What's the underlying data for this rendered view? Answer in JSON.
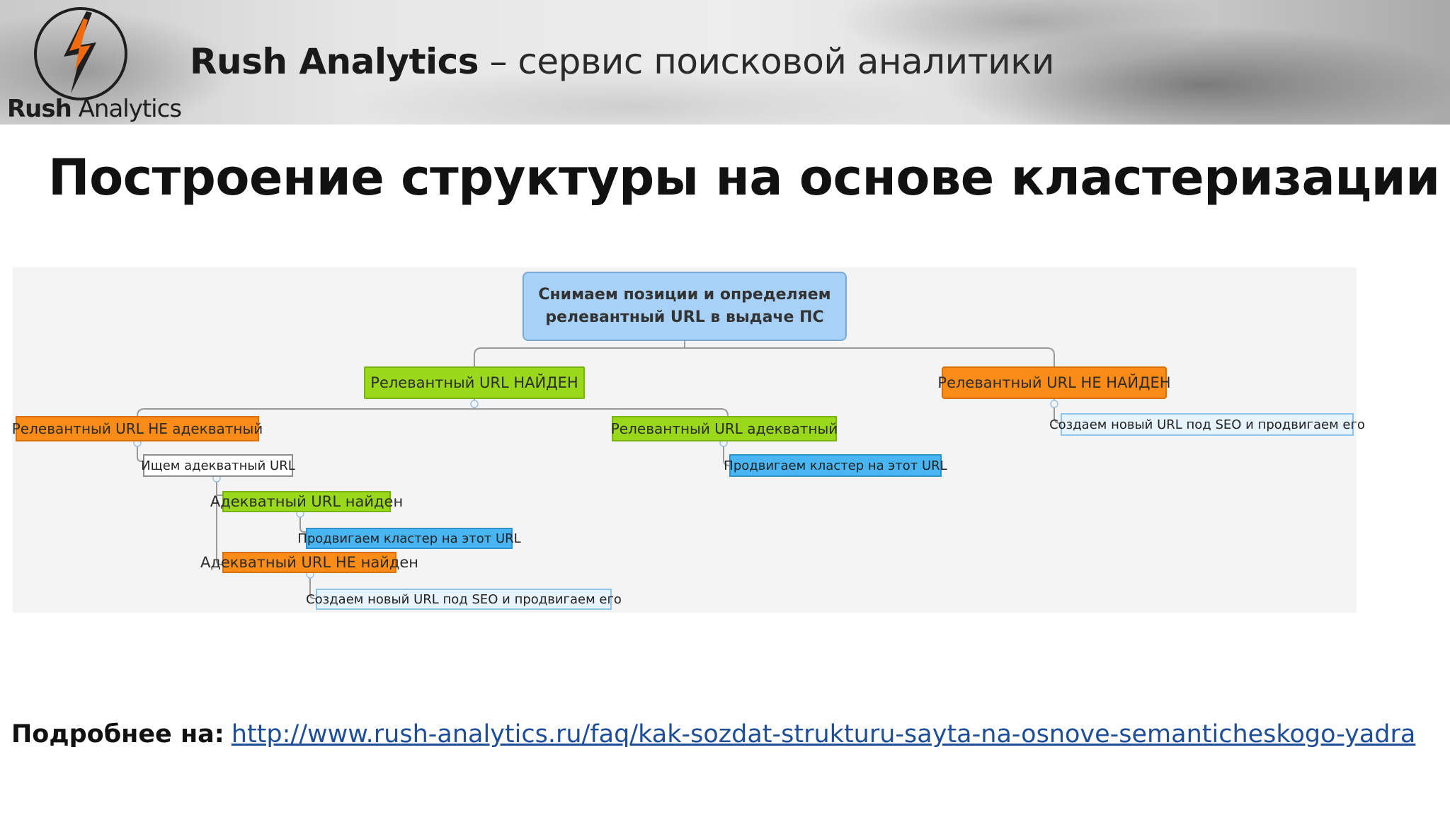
{
  "header": {
    "brand": "Rush Analytics",
    "subtitle": " – сервис поисковой аналитики",
    "logo_text_bold": "Rush",
    "logo_text_rest": " Analytics",
    "logo_icon": "lightning-bolt-icon"
  },
  "slide": {
    "title": "Построение структуры на основе кластеризации"
  },
  "diagram": {
    "root": {
      "line1": "Снимаем позиции и определяем",
      "line2": "релевантный URL в выдаче ПС"
    },
    "found": "Релевантный URL НАЙДЕН",
    "not_found": "Релевантный URL НЕ НАЙДЕН",
    "not_found_action": "Создаем новый URL под SEO и продвигаем его",
    "not_adequate": "Релевантный URL НЕ адекватный",
    "adequate": "Релевантный URL адекватный",
    "adequate_action": "Продвигаем кластер на этот URL",
    "search_adequate": "Ищем адекватный URL",
    "adequate_found": "Адекватный URL найден",
    "adequate_found_action": "Продвигаем кластер на этот URL",
    "adequate_not_found": "Адекватный URL НЕ найден",
    "adequate_not_found_action": "Создаем новый URL под SEO и продвигаем его",
    "colors": {
      "root": "#a7d1f7",
      "green": "#9ad81c",
      "orange": "#fb8c18",
      "blue": "#49b5f2",
      "light_blue": "#e7f4fd"
    }
  },
  "footer": {
    "label": "Подробнее на:",
    "url": "http://www.rush-analytics.ru/faq/kak-sozdat-strukturu-sayta-na-osnove-semanticheskogo-yadra"
  }
}
